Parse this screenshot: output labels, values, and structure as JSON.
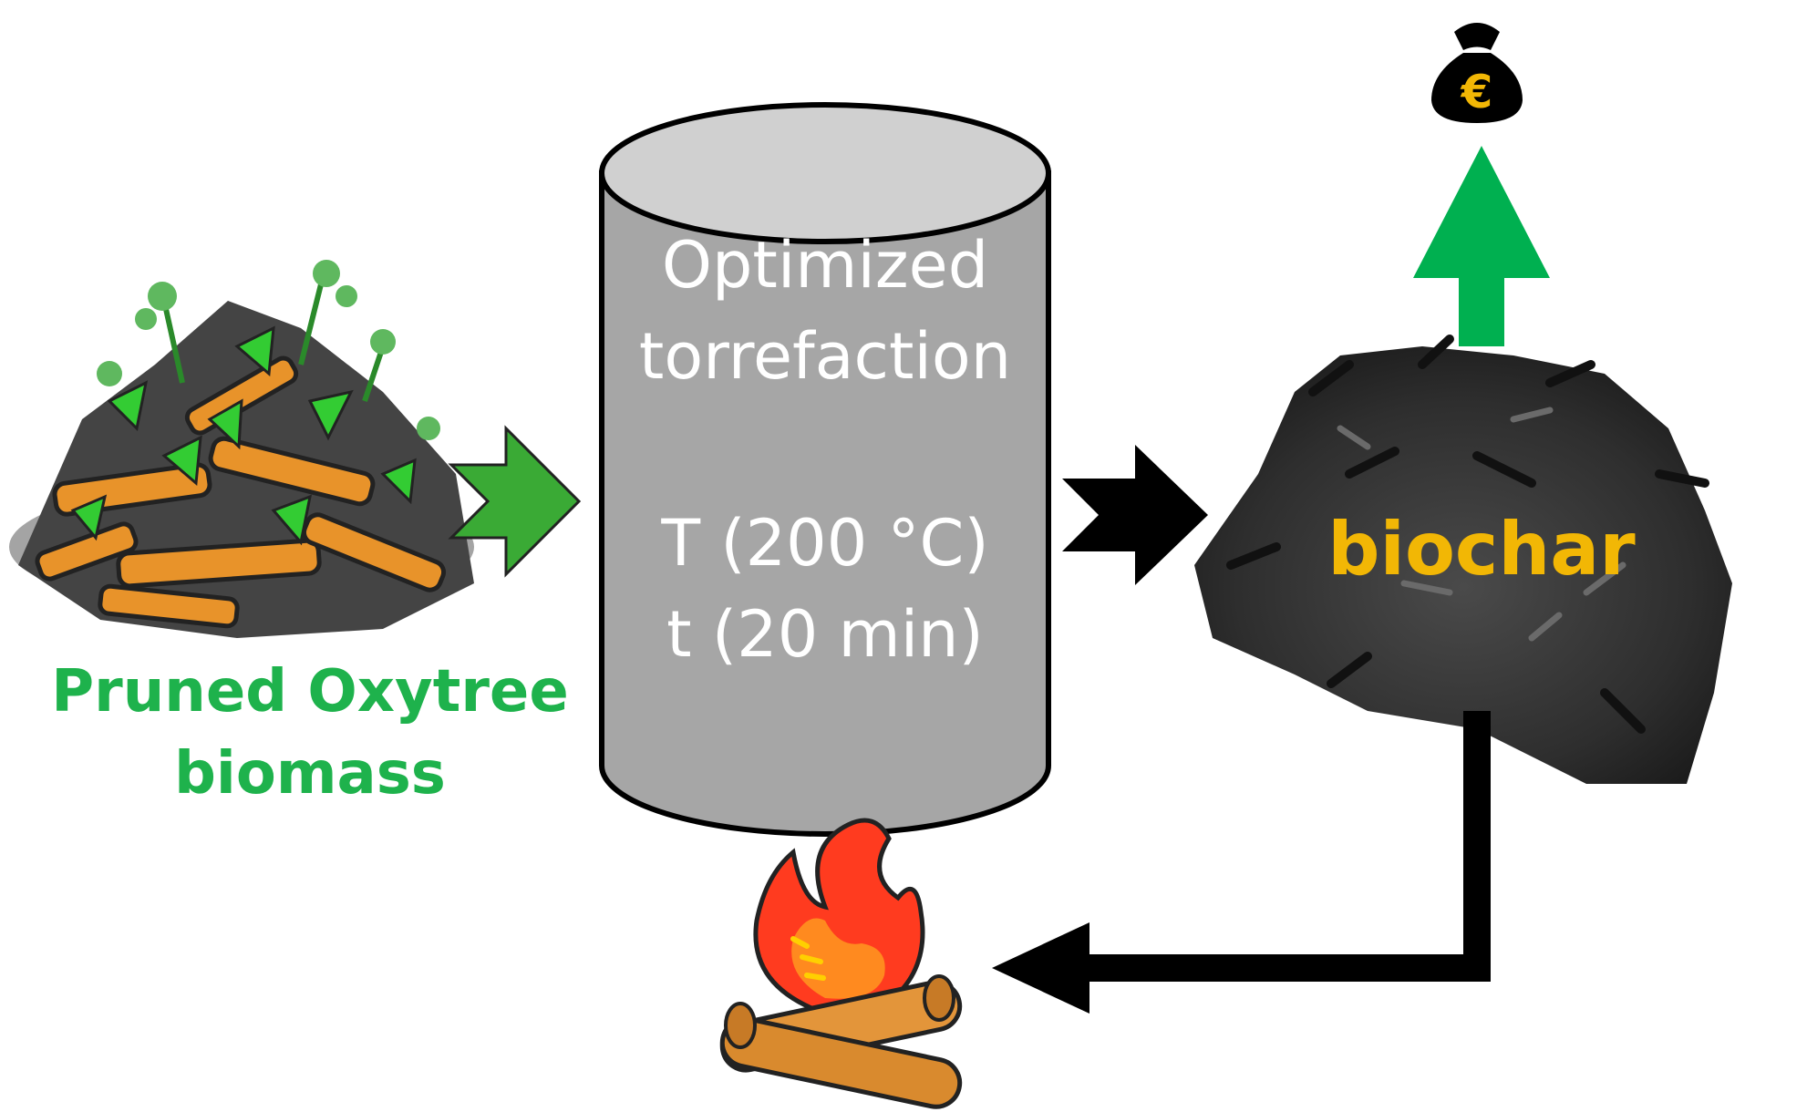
{
  "biomass": {
    "line1": "Pruned Oxytree",
    "line2": "biomass",
    "icon": "wood-pile-icon"
  },
  "reactor": {
    "line1": "Optimized",
    "line2": "torrefaction",
    "line3": "T (200 °C)",
    "line4": "t (20 min)"
  },
  "product": {
    "label": "biochar",
    "icon": "biochar-pile-icon"
  },
  "value": {
    "symbol": "€",
    "icon": "money-bag-icon"
  },
  "energy": {
    "icon": "campfire-icon"
  },
  "colors": {
    "green_text": "#1eb24c",
    "green_arrow": "#3aaa35",
    "up_arrow": "#00b050",
    "reactor_body": "#a6a6a6",
    "reactor_top": "#d0d0d0",
    "orange_text": "#f2b705",
    "black": "#000000"
  }
}
